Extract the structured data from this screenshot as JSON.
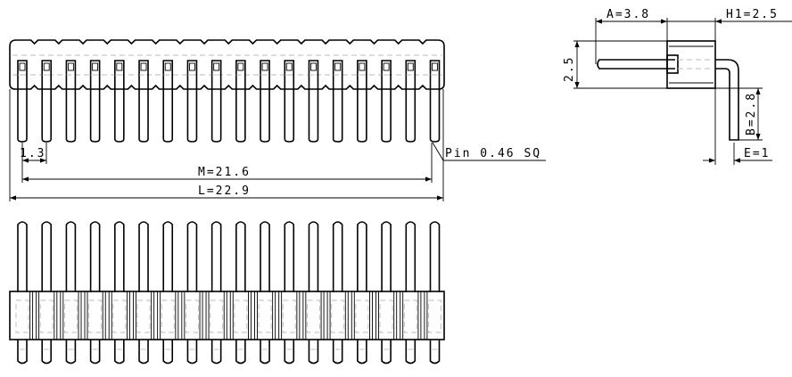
{
  "drawing": {
    "pin_count": 18,
    "dimensions": {
      "pitch": "1.3",
      "m": "M=21.6",
      "l": "L=22.9",
      "pin_callout": "Pin 0.46 SQ",
      "a": "A=3.8",
      "h1": "H1=2.5",
      "body_height": "2.5",
      "b": "B=2.8",
      "e": "E=1"
    }
  }
}
